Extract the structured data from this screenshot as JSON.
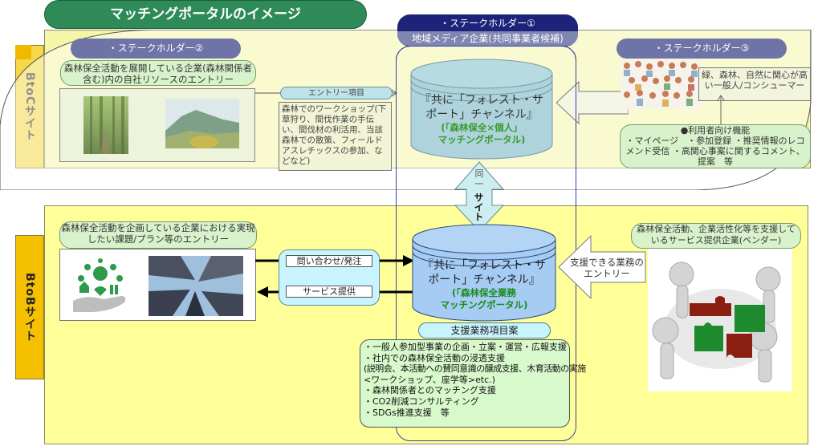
{
  "title": "マッチングポータルのイメージ",
  "colors": {
    "title_green": "#2e8b57",
    "stakeholder_purple": "#6f74a8",
    "stakeholder1_navy": "#1e237a",
    "btoc_bg": "#f4f6a8",
    "btob_bg": "#ffff99",
    "tab_yellow": "#f5c000",
    "portal_blue": "#3a3fa8",
    "bubble_green": "#d8f3cc",
    "bubble_cyan": "#c8f4ff"
  },
  "btoc": {
    "tab_label": "BtoCサイト",
    "stakeholder2": {
      "label": "・ステークホルダー②",
      "entry_line1": "森林保全活動を展開している企業(森林関係者",
      "entry_line2": "含む)内の自社リソースのエントリー",
      "photos": [
        "forest-photo",
        "mountain-photo"
      ]
    },
    "entry_items": {
      "label": "エントリー項目",
      "text": "森林でのワークショップ(下草狩り、間伐作業の手伝い、間伐材の利活用、当該森林での散策、フィールドアスレチックスの参加、などなど)"
    },
    "portal": {
      "title_line1": "『共に「フォレスト・サ",
      "title_line2": "ポート」チャンネル』",
      "sub_line1": "(「森林保全×個人」",
      "sub_line2": "マッチングポータル)"
    },
    "stakeholder3": {
      "label": "・ステークホルダー③",
      "consumer_text": "緑、森林、自然に関心が高い一般人/コンシューマー",
      "photo": "crowd-illustration"
    },
    "functions": {
      "heading": "●利用者向け機能",
      "body": "・マイページ　・参加登録 ・推奨情報のレコメンド受信 ・高関心事案に関するコメント、提案　等"
    }
  },
  "stakeholder1": {
    "label": "・ステークホルダー①",
    "sublabel": "地域メディア企業(共同事業者候補)"
  },
  "same_site": {
    "top_char": "同",
    "mid_char": "一",
    "bottom_text": "サイト"
  },
  "btob": {
    "tab_label": "BtoBサイト",
    "entry_line1": "森林保全活動を企画している企業における実現",
    "entry_line2": "したい課題/プラン等のエントリー",
    "photos": [
      "eco-hand-icon-cluster",
      "skyscrapers-photo"
    ],
    "inquiry_label": "問い合わせ/発注",
    "service_label": "サービス提供",
    "portal": {
      "title_line1": "『共に「フォレスト・サ",
      "title_line2": "ポート」チャンネル』",
      "sub_line1": "(「森林保全業務",
      "sub_line2": "マッチングポータル)"
    },
    "support_entry": {
      "line1": "支援できる業務の",
      "line2": "エントリー"
    },
    "vendor_line1": "森林保全活動、企業活性化等を支援して",
    "vendor_line2": "いるサービス提供企業(ベンダー)",
    "vendor_photo": "puzzle-people-illustration",
    "support_items_label": "支援業務項目案",
    "support_items": [
      "・一般人参加型事業の企画・立案・運営・広報支援",
      "・社内での森林保全活動の浸透支援",
      "(説明会、本活動への賛同意識の醸成支援、木育活動の実施",
      "<ワークショップ、座学等>etc.)",
      "・森林関係者とのマッチング支援",
      "・CO2削減コンサルティング",
      "・SDGs推進支援　等"
    ]
  }
}
